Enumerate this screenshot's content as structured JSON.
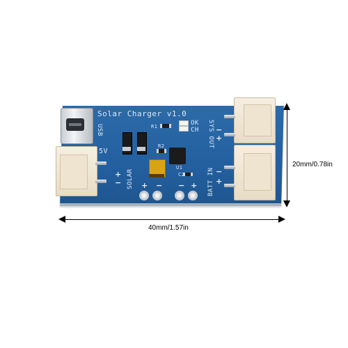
{
  "board": {
    "title": "Solar Charger v1.0",
    "usb_label": "USB",
    "ok_label": "OK",
    "ch_label": "CH",
    "sys_out_label": "SYS OUT",
    "batt_in_label": "BATT IN",
    "solar_label": "SOLAR",
    "fivev_label": "5V",
    "r1_label": "R1",
    "r2_label": "R2",
    "u1_label": "U1",
    "c2_label": "C2",
    "plus": "+",
    "minus": "−"
  },
  "dimensions": {
    "width_label": "40mm/1.57in",
    "height_label": "20mm/0.78in"
  },
  "colors": {
    "pcb": "#2460a0",
    "connector": "#f2e9d8",
    "tantalum_cap": "#d9a316"
  }
}
